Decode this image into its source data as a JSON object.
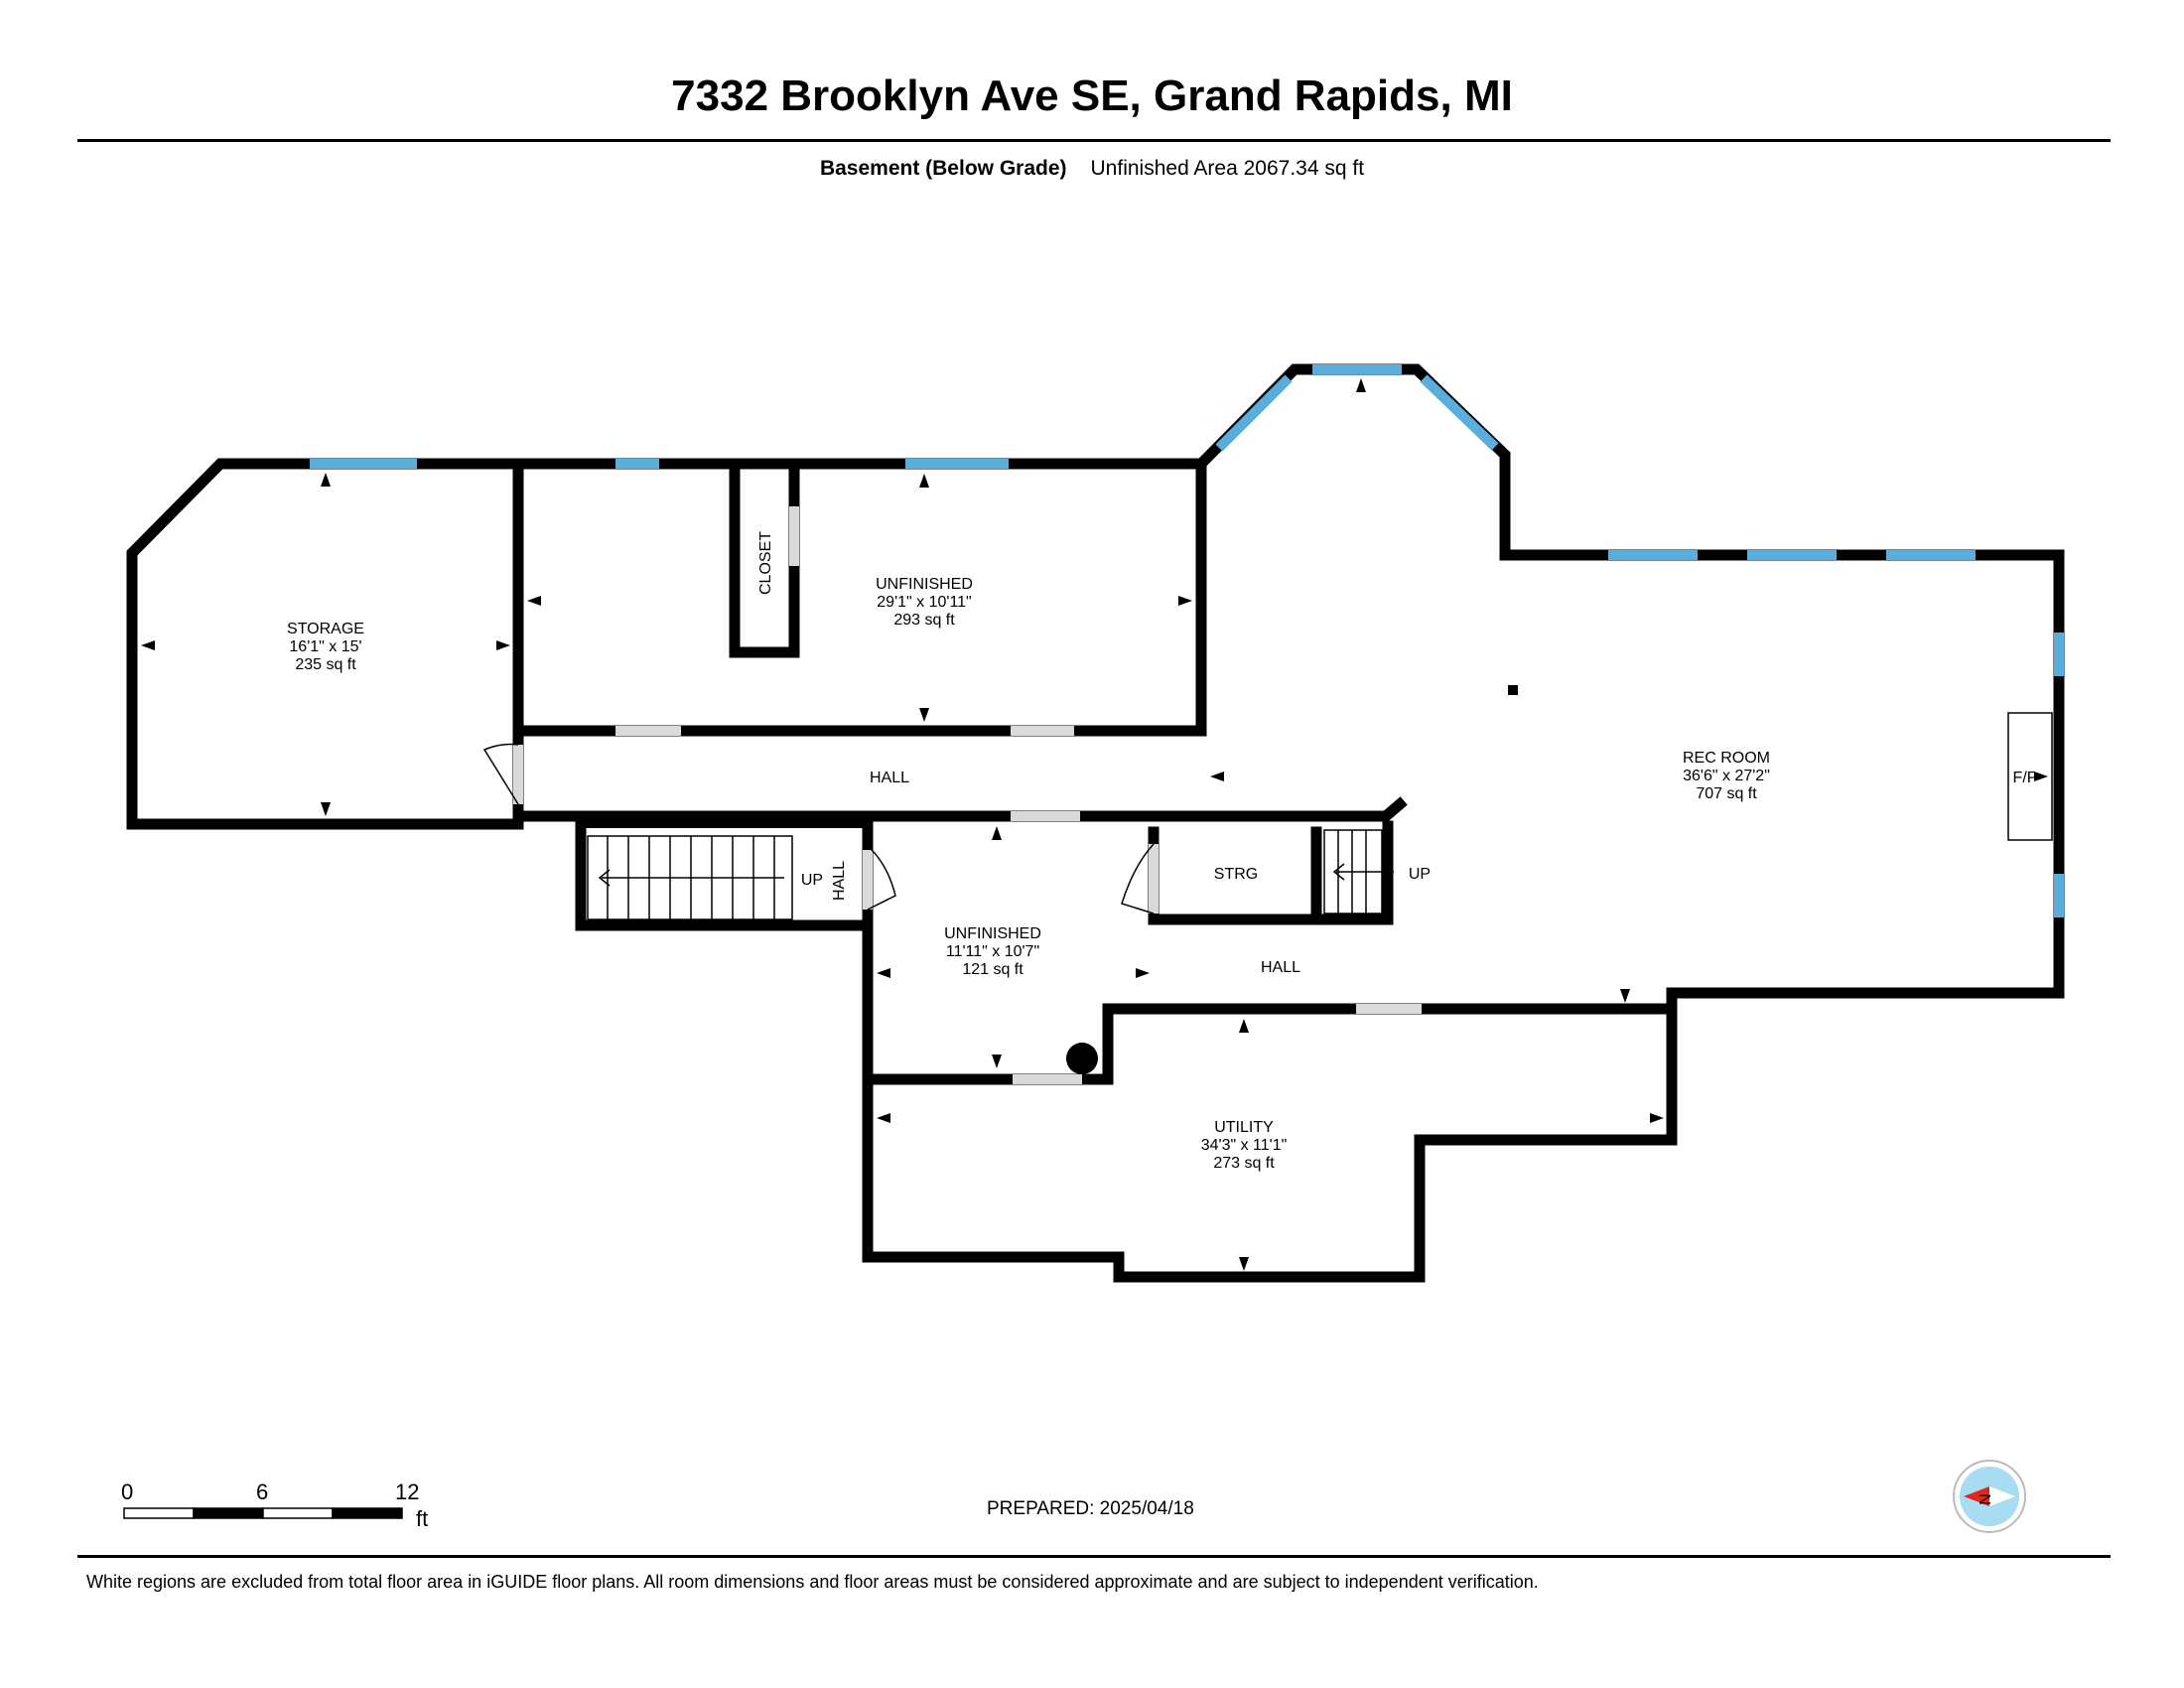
{
  "header": {
    "title": "7332 Brooklyn Ave SE, Grand Rapids, MI",
    "floor_label": "Basement (Below Grade)",
    "area_label": "Unfinished Area 2067.34 sq ft"
  },
  "rooms": {
    "storage": {
      "name": "STORAGE",
      "dims": "16'1\" x 15'",
      "area": "235 sq ft"
    },
    "unfinished_top": {
      "name": "UNFINISHED",
      "dims": "29'1\" x 10'11\"",
      "area": "293 sq ft"
    },
    "closet": {
      "name": "CLOSET"
    },
    "rec_room": {
      "name": "REC ROOM",
      "dims": "36'6\" x 27'2\"",
      "area": "707 sq ft"
    },
    "fireplace": {
      "name": "F/P"
    },
    "hall_main": {
      "name": "HALL"
    },
    "hall_stair": {
      "name": "HALL"
    },
    "hall_lower": {
      "name": "HALL"
    },
    "unfinished_mid": {
      "name": "UNFINISHED",
      "dims": "11'11\" x 10'7\"",
      "area": "121 sq ft"
    },
    "strg": {
      "name": "STRG"
    },
    "utility": {
      "name": "UTILITY",
      "dims": "34'3\" x 11'1\"",
      "area": "273 sq ft"
    },
    "stairs_left": {
      "label": "UP"
    },
    "stairs_right": {
      "label": "UP"
    }
  },
  "scale_bar": {
    "labels": [
      "0",
      "6",
      "12"
    ],
    "unit": "ft"
  },
  "compass": {
    "label": "N"
  },
  "prepared": "PREPARED: 2025/04/18",
  "footer_note": "White regions are excluded from total floor area in iGUIDE floor plans. All room dimensions and floor areas must be considered approximate and are subject to independent verification.",
  "colors": {
    "wall": "#000000",
    "window": "#5aaedc",
    "door": "#d9d9d9",
    "compass_red": "#e8231e",
    "compass_blue": "#a8dcf2"
  }
}
